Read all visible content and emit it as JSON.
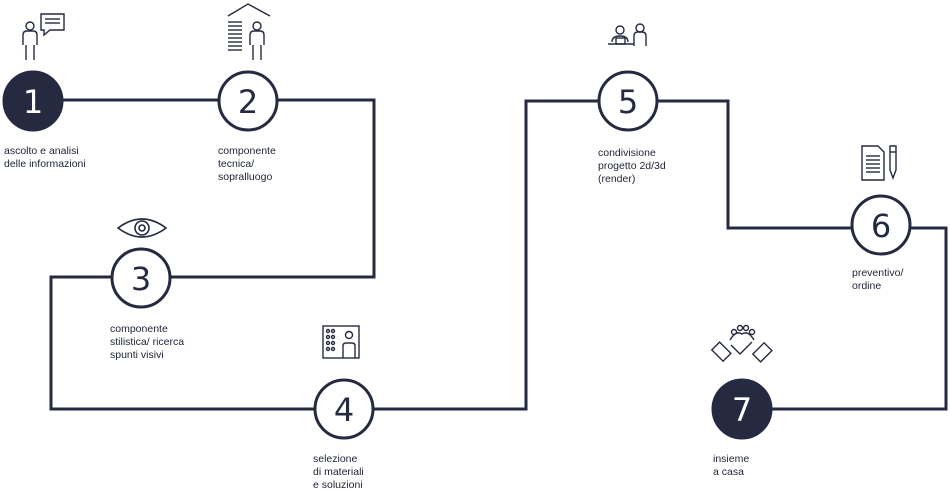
{
  "colors": {
    "ink": "#252a40",
    "fill_dark": "#252a40",
    "fill_light": "#ffffff",
    "line": "#252a40"
  },
  "steps": [
    {
      "number": "1",
      "style": "dark",
      "label": [
        "ascolto e analisi",
        "delle informazioni"
      ],
      "icon": "person-speech-bubble-icon"
    },
    {
      "number": "2",
      "style": "light",
      "label": [
        "componente",
        "tecnica/",
        "sopralluogo"
      ],
      "icon": "person-building-icon"
    },
    {
      "number": "3",
      "style": "light",
      "label": [
        "componente",
        "stilistica/ ricerca",
        "spunti visivi"
      ],
      "icon": "eye-icon"
    },
    {
      "number": "4",
      "style": "light",
      "label": [
        "selezione",
        "di materiali",
        "e soluzioni"
      ],
      "icon": "person-material-samples-icon"
    },
    {
      "number": "5",
      "style": "light",
      "label": [
        "condivisione",
        "progetto 2d/3d",
        "(render)"
      ],
      "icon": "people-at-desk-icon"
    },
    {
      "number": "6",
      "style": "light",
      "label": [
        "preventivo/",
        "ordine"
      ],
      "icon": "document-pen-icon"
    },
    {
      "number": "7",
      "style": "dark",
      "label": [
        "insieme",
        "a casa"
      ],
      "icon": "handshake-icon"
    }
  ]
}
